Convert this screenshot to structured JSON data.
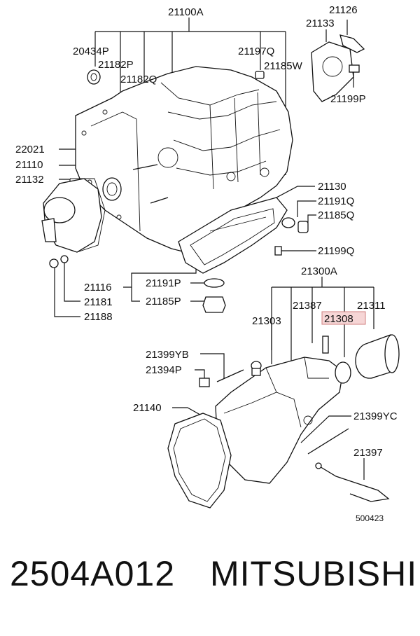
{
  "diagram": {
    "labels": {
      "p21100A": "21100A",
      "p21126": "21126",
      "p21133": "21133",
      "p20434P": "20434P",
      "p21197Q": "21197Q",
      "p21182P": "21182P",
      "p21185W": "21185W",
      "p21182Q": "21182Q",
      "p21199P": "21199P",
      "p22021": "22021",
      "p21110": "21110",
      "p21132": "21132",
      "p21130": "21130",
      "p21191Q": "21191Q",
      "p21185Q": "21185Q",
      "p21199Q": "21199Q",
      "p21300A": "21300A",
      "p21116": "21116",
      "p21191P": "21191P",
      "p21181": "21181",
      "p21185P": "21185P",
      "p21188": "21188",
      "p21387": "21387",
      "p21311": "21311",
      "p21303": "21303",
      "p21308": "21308",
      "p21399YB": "21399YB",
      "p21394P": "21394P",
      "p21140": "21140",
      "p21399YC": "21399YC",
      "p21397": "21397",
      "figure_code": "500423"
    },
    "highlight_color": "#f6d6d6"
  },
  "footer": {
    "part_number": "2504A012",
    "brand": "MITSUBISHI"
  }
}
